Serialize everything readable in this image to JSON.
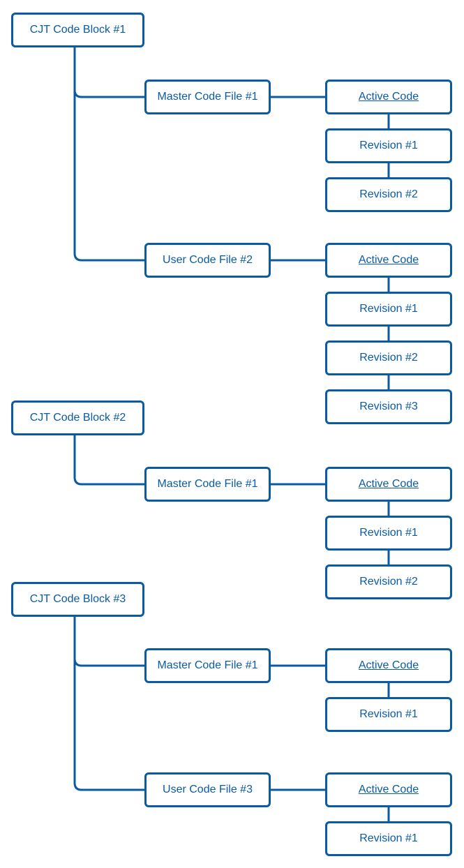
{
  "diagram": {
    "line_color": "#0a5ba3",
    "blocks": [
      {
        "label": "CJT Code Block #1",
        "files": [
          {
            "label": "Master Code File #1",
            "items": [
              "Active Code",
              "Revision #1",
              "Revision #2"
            ]
          },
          {
            "label": "User Code File #2",
            "items": [
              "Active Code",
              "Revision #1",
              "Revision #2",
              "Revision #3"
            ]
          }
        ]
      },
      {
        "label": "CJT Code Block #2",
        "files": [
          {
            "label": "Master Code File #1",
            "items": [
              "Active Code",
              "Revision #1",
              "Revision #2"
            ]
          }
        ]
      },
      {
        "label": "CJT Code Block #3",
        "files": [
          {
            "label": "Master Code File #1",
            "items": [
              "Active Code",
              "Revision #1"
            ]
          },
          {
            "label": "User Code File #3",
            "items": [
              "Active Code",
              "Revision #1"
            ]
          }
        ]
      }
    ]
  }
}
